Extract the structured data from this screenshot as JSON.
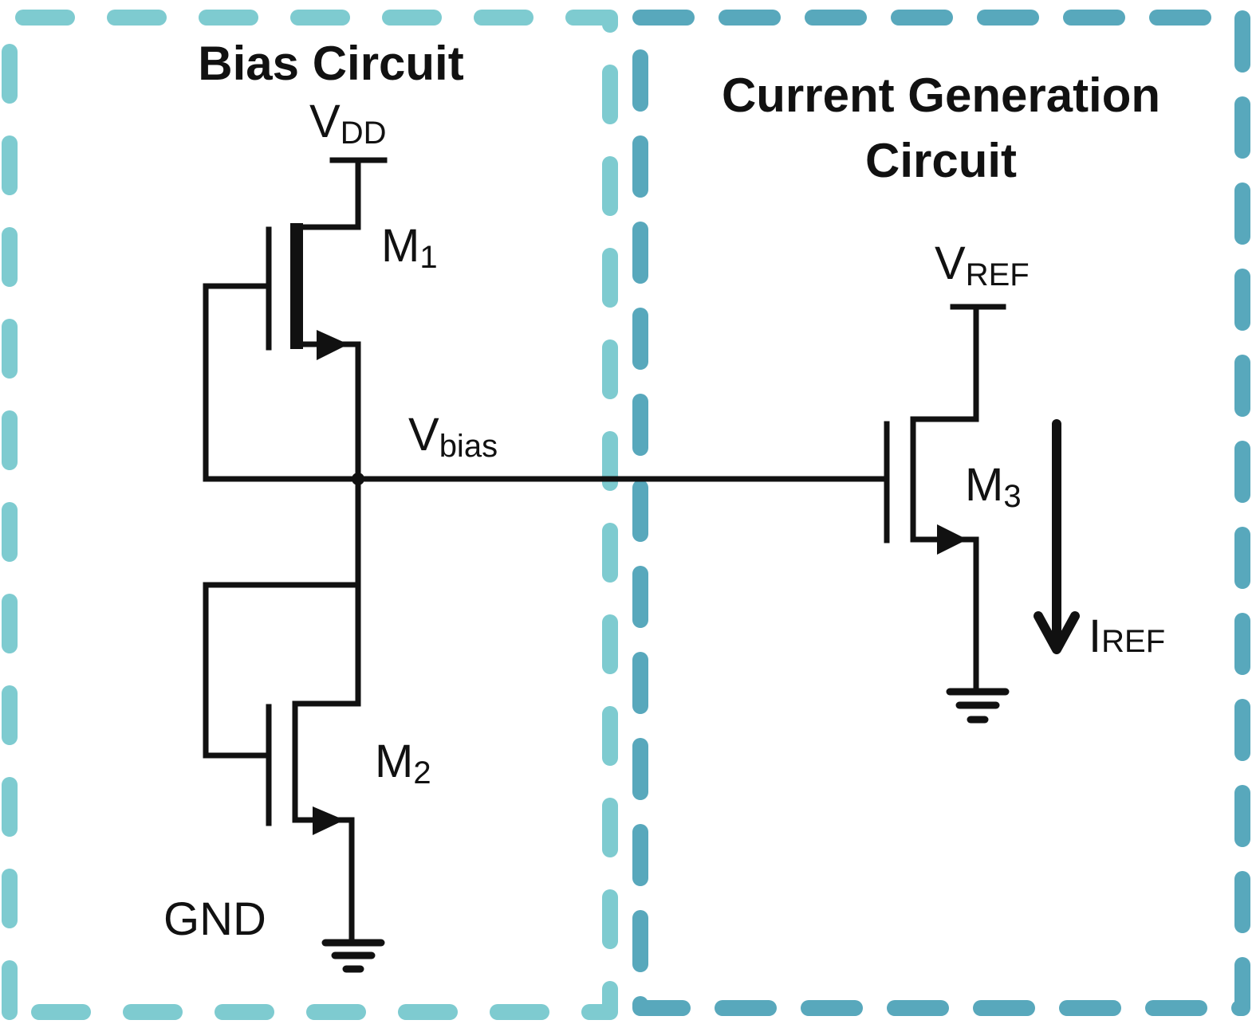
{
  "colors": {
    "bias_box": "#7ecbd0",
    "current_box": "#58a8bc",
    "wire": "#111111",
    "background": "#ffffff"
  },
  "bias_circuit": {
    "title": "Bias Circuit",
    "supply": {
      "main": "V",
      "sub": "DD"
    },
    "transistors": [
      {
        "main": "M",
        "sub": "1"
      },
      {
        "main": "M",
        "sub": "2"
      }
    ],
    "node": {
      "main": "V",
      "sub": "bias"
    },
    "ground_label": "GND"
  },
  "current_generation_circuit": {
    "title_line1": "Current Generation",
    "title_line2": "Circuit",
    "supply": {
      "main": "V",
      "sub": "REF"
    },
    "transistor": {
      "main": "M",
      "sub": "3"
    },
    "current": {
      "main": "I",
      "sub": "REF"
    }
  }
}
